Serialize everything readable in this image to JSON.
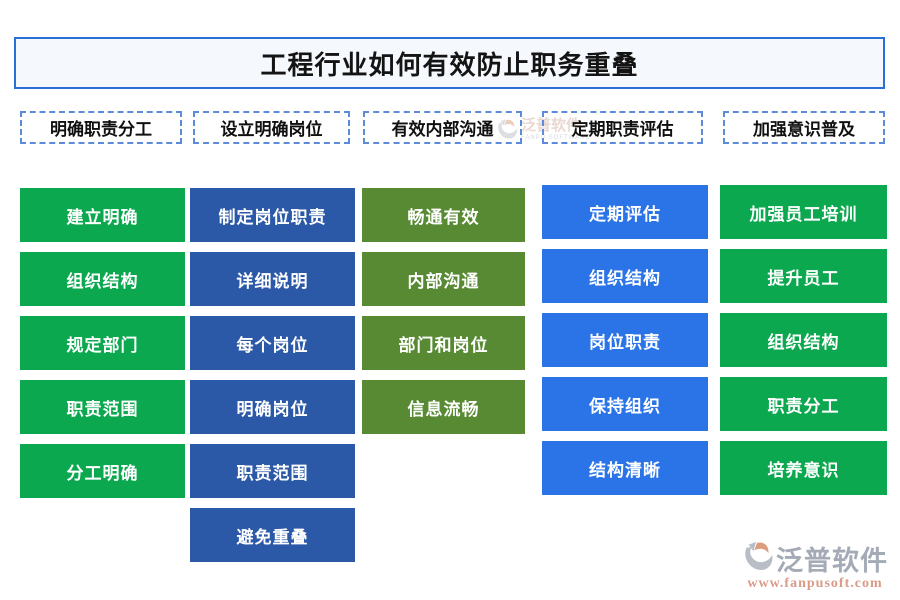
{
  "title": "工程行业如何有效防止职务重叠",
  "colors": {
    "title_border": "#2A6FD8",
    "title_bg": "#F5F8FD",
    "header_border": "#5B8BD9",
    "green": "#0CA84F",
    "navy": "#2C59A7",
    "olive": "#588A33",
    "azure": "#2B74E8"
  },
  "columns": [
    {
      "header": "明确职责分工",
      "color": "#0CA84F",
      "items": [
        "建立明确",
        "组织结构",
        "规定部门",
        "职责范围",
        "分工明确"
      ]
    },
    {
      "header": "设立明确岗位",
      "color": "#2C59A7",
      "items": [
        "制定岗位职责",
        "详细说明",
        "每个岗位",
        "明确岗位",
        "职责范围",
        "避免重叠"
      ]
    },
    {
      "header": "有效内部沟通",
      "color": "#588A33",
      "items": [
        "畅通有效",
        "内部沟通",
        "部门和岗位",
        "信息流畅"
      ]
    },
    {
      "header": "定期职责评估",
      "color": "#2B74E8",
      "items": [
        "定期评估",
        "组织结构",
        "岗位职责",
        "保持组织",
        "结构清晰"
      ]
    },
    {
      "header": "加强意识普及",
      "color": "#0CA84F",
      "items": [
        "加强员工培训",
        "提升员工",
        "组织结构",
        "职责分工",
        "培养意识"
      ]
    }
  ],
  "watermark_mid": {
    "brand": "泛普软件",
    "subtext": "FANPU SOFTWARE"
  },
  "watermark_bottom": {
    "brand": "泛普软件",
    "url": "www.fanpusoft.com"
  }
}
